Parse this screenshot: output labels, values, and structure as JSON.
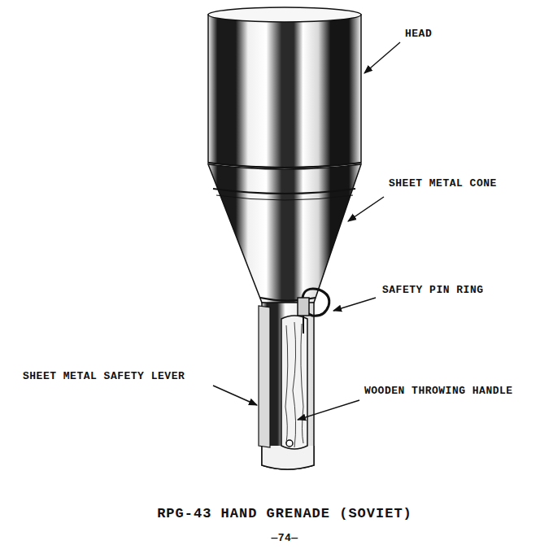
{
  "diagram": {
    "caption": "RPG-43 HAND GRENADE (SOVIET)",
    "labels": [
      "HEAD",
      "SHEET METAL CONE",
      "SAFETY PIN RING",
      "SHEET METAL SAFETY LEVER",
      "WOODEN THROWING HANDLE",
      "—74—"
    ]
  }
}
